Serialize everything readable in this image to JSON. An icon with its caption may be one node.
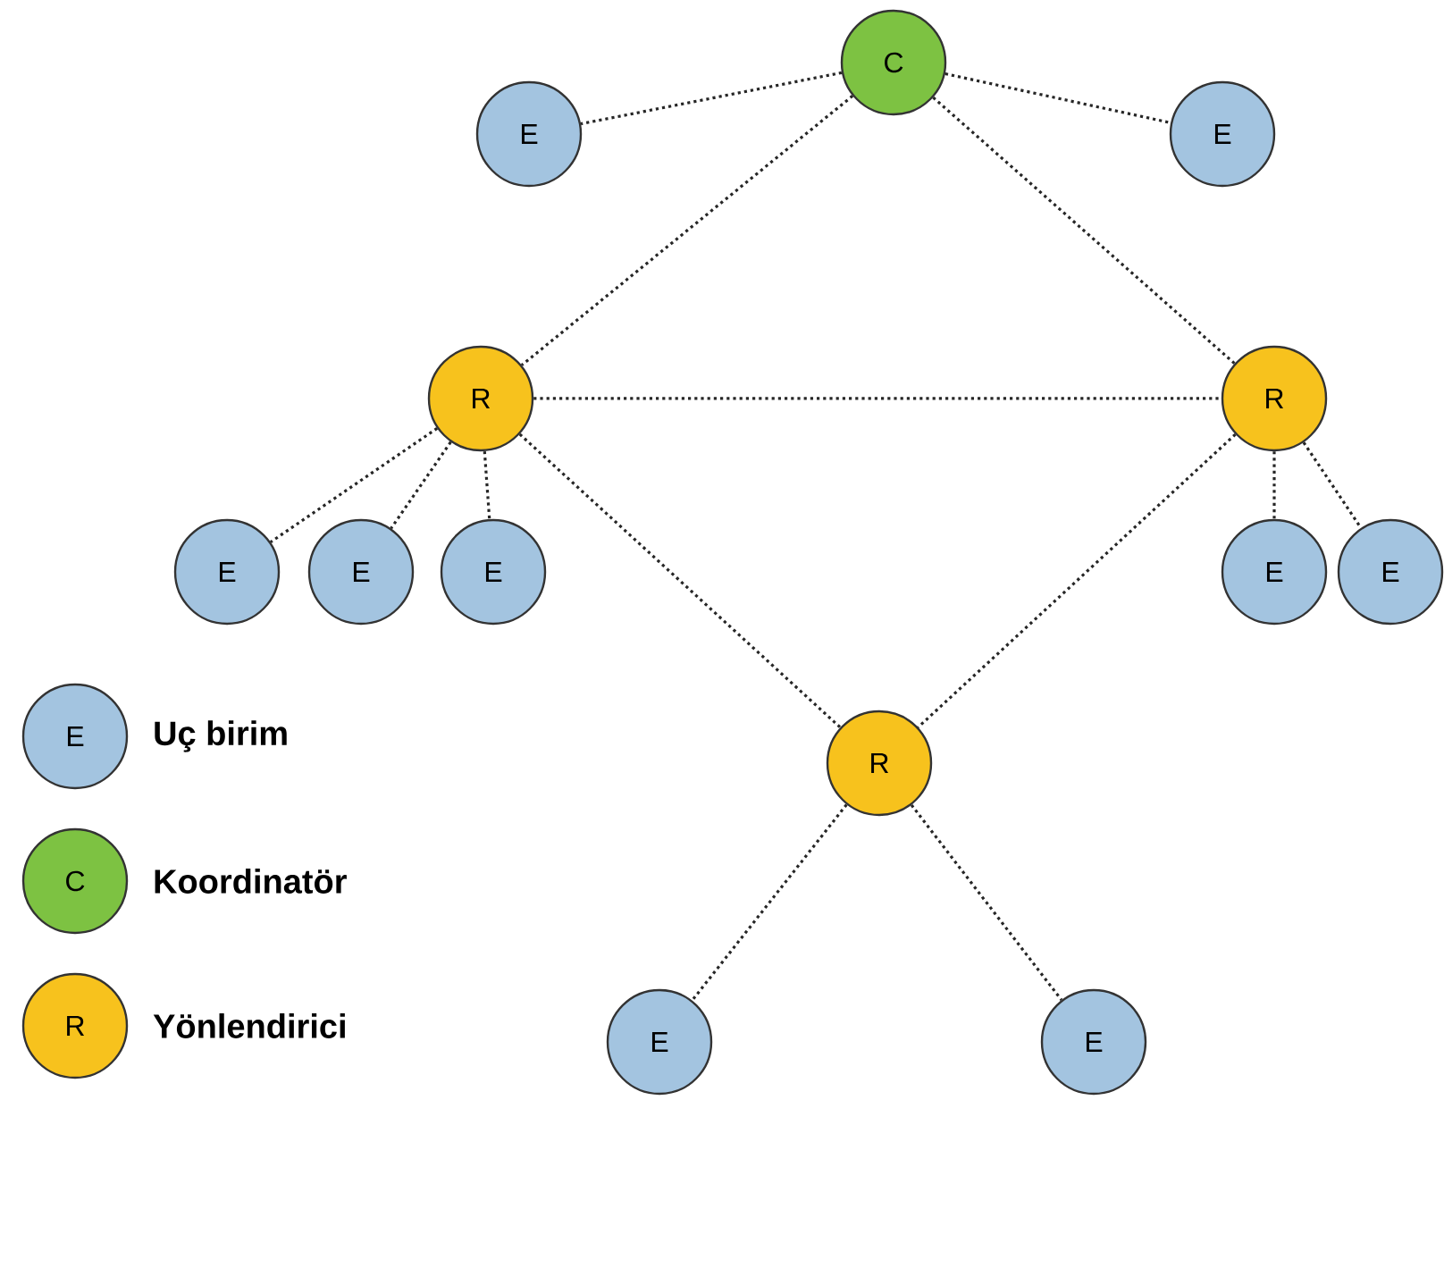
{
  "diagram": {
    "nodes": [
      {
        "text": [
          "C"
        ]
      },
      {
        "text": [
          "E"
        ]
      },
      {
        "text": [
          "E"
        ]
      },
      {
        "text": [
          "R"
        ]
      },
      {
        "text": [
          "R"
        ]
      },
      {
        "text": [
          "E"
        ]
      },
      {
        "text": [
          "E"
        ]
      },
      {
        "text": [
          "E"
        ]
      },
      {
        "text": [
          "E"
        ]
      },
      {
        "text": [
          "E"
        ]
      },
      {
        "text": [
          "R"
        ]
      },
      {
        "text": [
          "E"
        ]
      },
      {
        "text": [
          "E"
        ]
      }
    ],
    "edges": [
      {
        "from": 0,
        "to": 1,
        "arrow": "none"
      },
      {
        "from": 0,
        "to": 2,
        "arrow": "none"
      },
      {
        "from": 0,
        "to": 3,
        "arrow": "none"
      },
      {
        "from": 0,
        "to": 4,
        "arrow": "none"
      },
      {
        "from": 3,
        "to": 4,
        "arrow": "none"
      },
      {
        "from": 3,
        "to": 5,
        "arrow": "none"
      },
      {
        "from": 3,
        "to": 6,
        "arrow": "none"
      },
      {
        "from": 3,
        "to": 7,
        "arrow": "none"
      },
      {
        "from": 3,
        "to": 10,
        "arrow": "none"
      },
      {
        "from": 4,
        "to": 8,
        "arrow": "none"
      },
      {
        "from": 4,
        "to": 9,
        "arrow": "none"
      },
      {
        "from": 4,
        "to": 10,
        "arrow": "none"
      },
      {
        "from": 10,
        "to": 11,
        "arrow": "none"
      },
      {
        "from": 10,
        "to": 12,
        "arrow": "none"
      }
    ],
    "labels": [
      "E",
      "C",
      "R"
    ],
    "legend": [
      {
        "text": "Uç birim",
        "color": "#a3c4e0"
      },
      {
        "text": "Koordinatör",
        "color": "#7dc242"
      },
      {
        "text": "Yönlendirici",
        "color": "#f7c21d"
      }
    ]
  }
}
